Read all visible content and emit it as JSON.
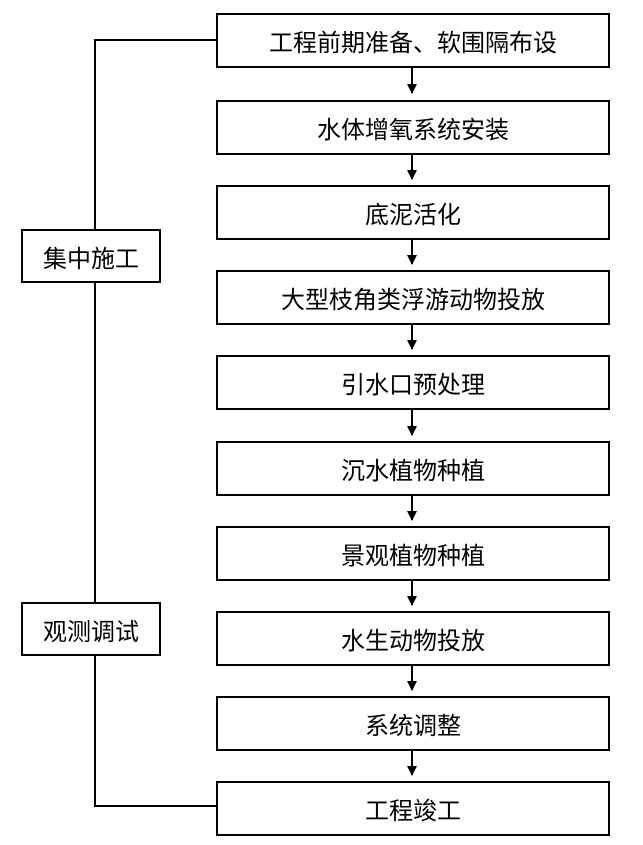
{
  "steps": [
    "工程前期准备、软围隔布设",
    "水体增氧系统安装",
    "底泥活化",
    "大型枝角类浮游动物投放",
    "引水口预处理",
    "沉水植物种植",
    "景观植物种植",
    "水生动物投放",
    "系统调整",
    "工程竣工"
  ],
  "phases": {
    "construction": "集中施工",
    "testing": "观测调试"
  }
}
